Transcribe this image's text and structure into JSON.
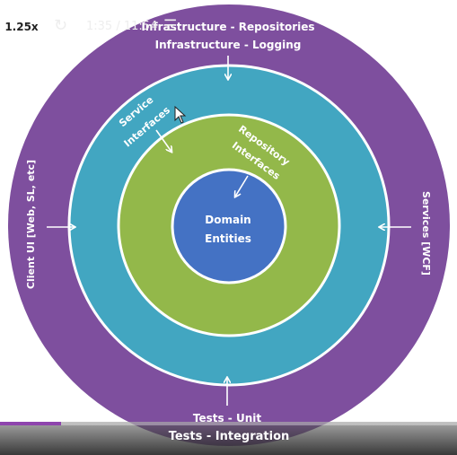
{
  "diagram": {
    "outer_top_line1": "Infrastructure - Repositories",
    "outer_top_line2": "Infrastructure - Logging",
    "outer_left": "Client UI [Web, SL, etc]",
    "outer_right": "Services [WCF]",
    "outer_bottom_line1": "Tests - Unit",
    "outer_bottom_line2": "Tests - Integration",
    "service_line1": "Service",
    "service_line2": "Interfaces",
    "repository_line1": "Repository",
    "repository_line2": "Interfaces",
    "domain_line1": "Domain",
    "domain_line2": "Entities",
    "colors": {
      "outer_ring": "#7e4f9e",
      "service_ring": "#42a6c1",
      "repository_ring": "#93b84a",
      "core": "#4472c4"
    }
  },
  "player": {
    "speed": "1.25x",
    "current_time": "1:35",
    "separator": "/",
    "total_time": "11:54",
    "progress_fraction": 0.133,
    "replay_icon": "↻",
    "menu_icon": "☰"
  }
}
